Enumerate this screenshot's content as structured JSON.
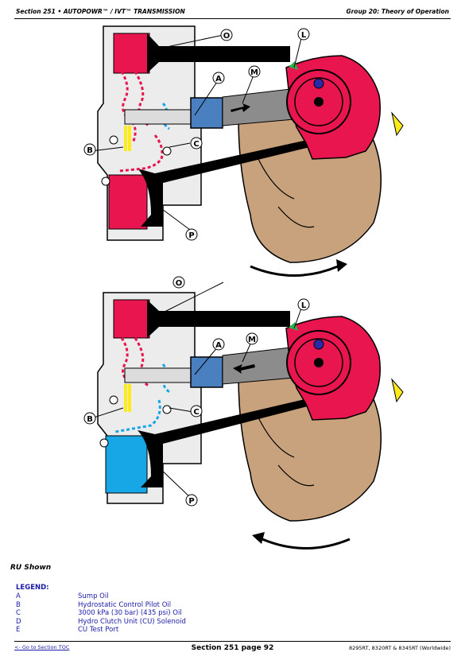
{
  "header": {
    "left": "Section 251 • AUTOPOWR™ / IVT™ TRANSMISSION",
    "right": "Group 20: Theory of Operation"
  },
  "diagram_top": {
    "callouts": {
      "O": "O",
      "L": "L",
      "A": "A",
      "M": "M",
      "B": "B",
      "C": "C",
      "P": "P"
    },
    "lower_chamber_color": "#e8154f",
    "arrow_direction": "clockwise"
  },
  "diagram_bottom": {
    "callouts": {
      "O": "O",
      "L": "L",
      "A": "A",
      "M": "M",
      "B": "B",
      "C": "C",
      "P": "P"
    },
    "lower_chamber_color": "#17a6e6",
    "arrow_direction": "counterclockwise"
  },
  "colors": {
    "pressure_red": "#e8154f",
    "sump_blue": "#17a6e6",
    "pilot_yellow": "#ffeb1a",
    "housing_tan": "#c7a27c",
    "port_blue": "#2a2aa8"
  },
  "caption": "RU Shown",
  "legend": {
    "title": "LEGEND:",
    "items": [
      {
        "key": "A",
        "label": "Sump Oil"
      },
      {
        "key": "B",
        "label": "Hydrostatic Control Pilot Oil"
      },
      {
        "key": "C",
        "label": "3000 kPa (30 bar) (435 psi) Oil"
      },
      {
        "key": "D",
        "label": "Hydro Clutch Unit (CU) Solenoid"
      },
      {
        "key": "E",
        "label": "CU Test Port"
      }
    ]
  },
  "footer": {
    "link": "<- Go to Section TOC",
    "page": "Section 251 page 92",
    "models": "8295RT, 8320RT & 8345RT (Worldwide)"
  }
}
